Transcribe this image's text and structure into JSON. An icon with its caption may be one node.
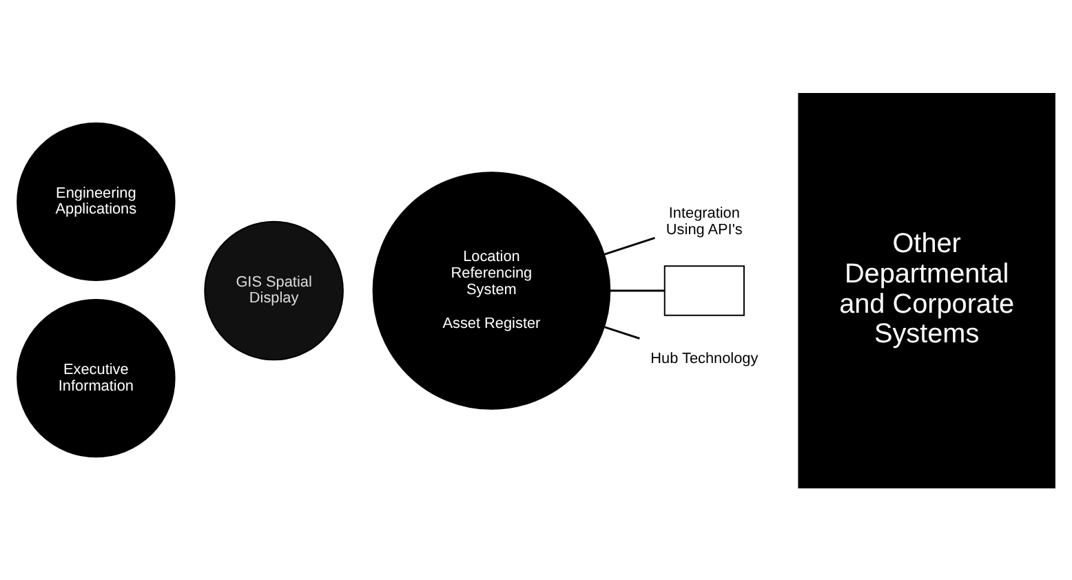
{
  "diagram": {
    "nodes": [
      {
        "text": [
          "Engineering Applications"
        ]
      },
      {
        "text": [
          "Executive Information"
        ]
      },
      {
        "text": [
          "GIS Spatial Display"
        ]
      },
      {
        "text": [
          "Location Referencing System",
          "Asset Register"
        ]
      },
      {
        "text": [],
        "shape": "box"
      },
      {
        "text": [
          "Other Departmental and Corporate Systems"
        ]
      },
      {
        "text": [
          "Integration Using API's"
        ]
      },
      {
        "text": [
          "Hub Technology"
        ]
      }
    ],
    "edges": [
      {
        "from": 4,
        "to": 3,
        "arrow": "none"
      },
      {
        "from": 3,
        "to": 6,
        "arrow": "none"
      },
      {
        "from": 7,
        "to": 3,
        "arrow": "none"
      }
    ]
  }
}
